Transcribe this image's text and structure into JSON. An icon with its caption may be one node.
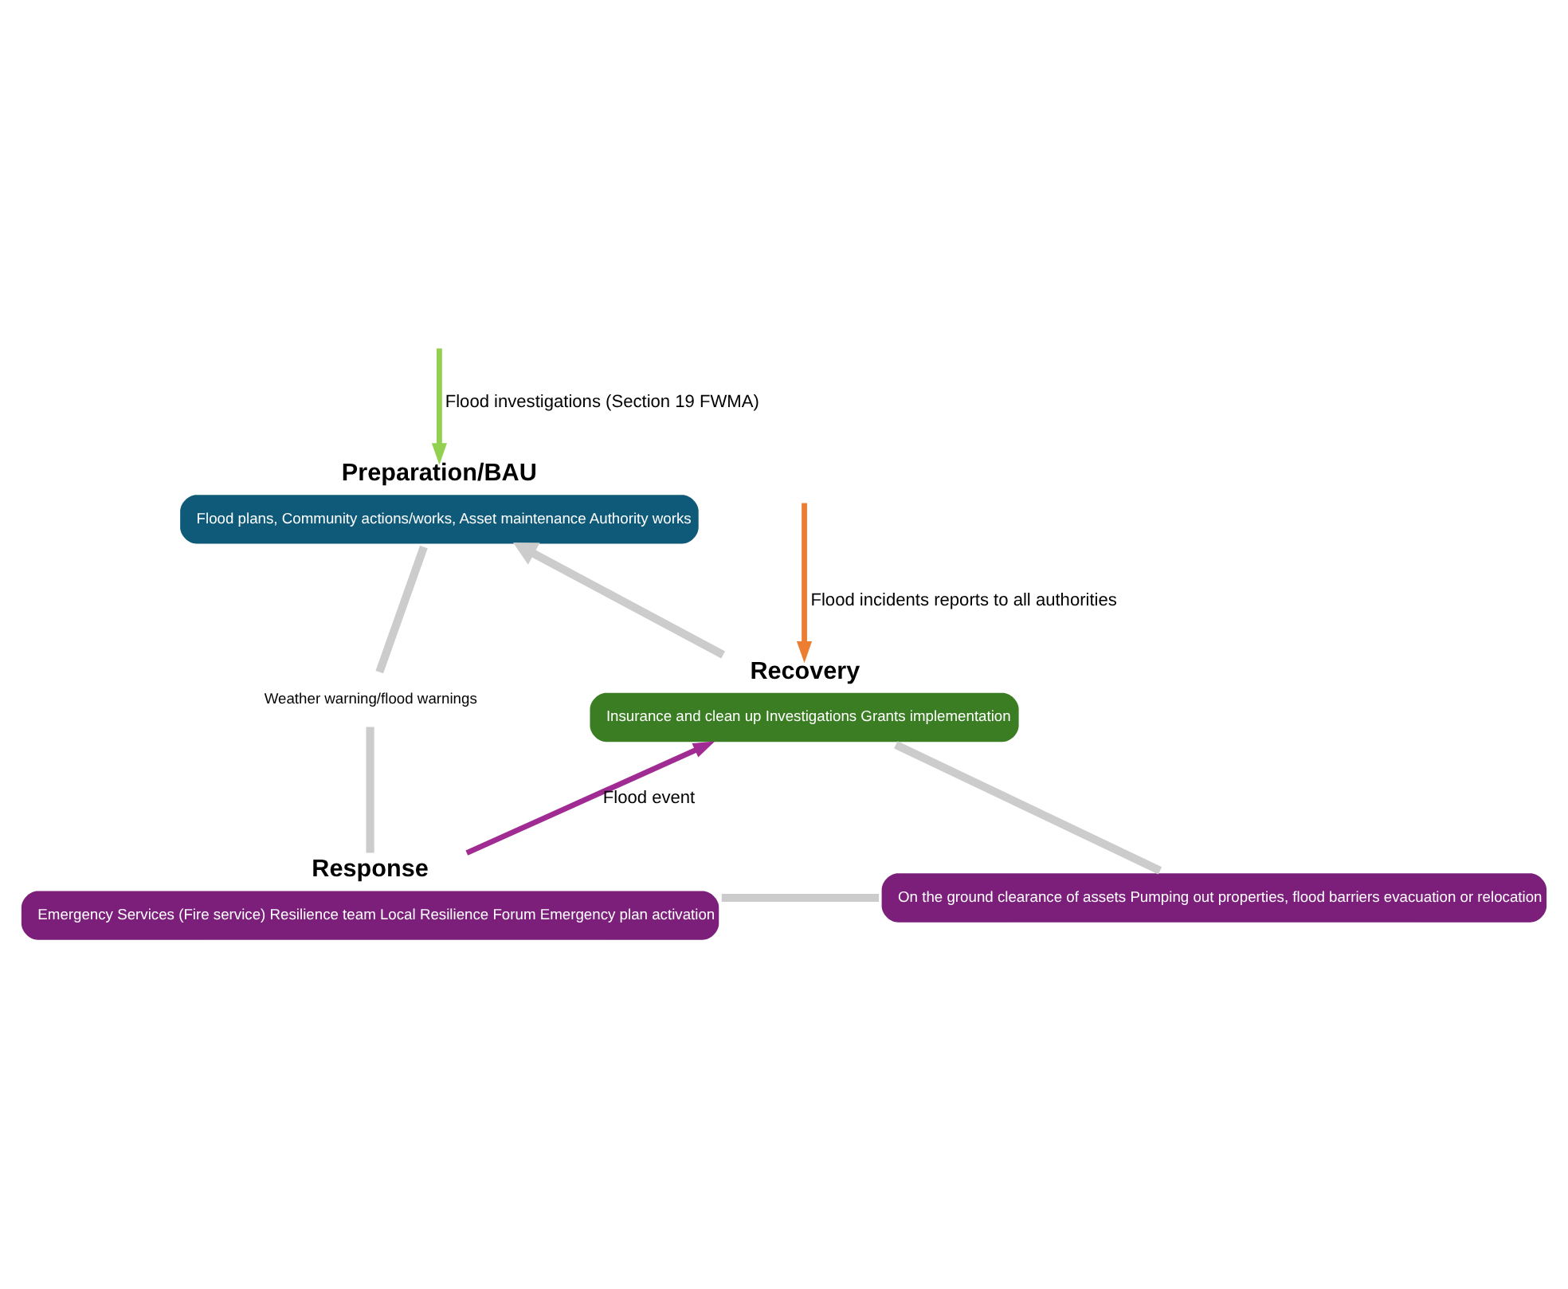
{
  "diagram": {
    "nodes": [
      {
        "text": [
          "Preparation/BAU",
          "Flood plans, Community actions/works, Asset maintenance Authority works"
        ]
      },
      {
        "text": [
          "Weather warning/flood warnings"
        ]
      },
      {
        "text": [
          "Response",
          "Emergency Services (Fire service) Resilience team Local Resilience Forum Emergency plan activation"
        ]
      },
      {
        "text": [
          "On the ground clearance of assets Pumping out properties, flood barriers evacuation or relocation"
        ]
      },
      {
        "text": [
          "Recovery",
          "Insurance and clean up Investigations Grants implementation"
        ]
      }
    ],
    "edges": [
      {
        "from": 0,
        "to": 1,
        "arrow": "none"
      },
      {
        "from": 1,
        "to": 2,
        "arrow": "none"
      },
      {
        "from": 2,
        "to": 3,
        "arrow": "none"
      },
      {
        "from": 3,
        "to": 4,
        "arrow": "none"
      },
      {
        "from": 4,
        "to": 0,
        "arrow": "to"
      },
      {
        "from": null,
        "to": 0,
        "arrow": "to",
        "label": "Flood investigations (Section 19 FWMA)",
        "color": "#92d050"
      },
      {
        "from": null,
        "to": 4,
        "arrow": "to",
        "label": "Flood incidents reports to all authorities",
        "color": "#ed7d31"
      },
      {
        "from": 2,
        "to": 4,
        "arrow": "to",
        "label": "Flood event",
        "color": "#a02b93"
      }
    ]
  }
}
